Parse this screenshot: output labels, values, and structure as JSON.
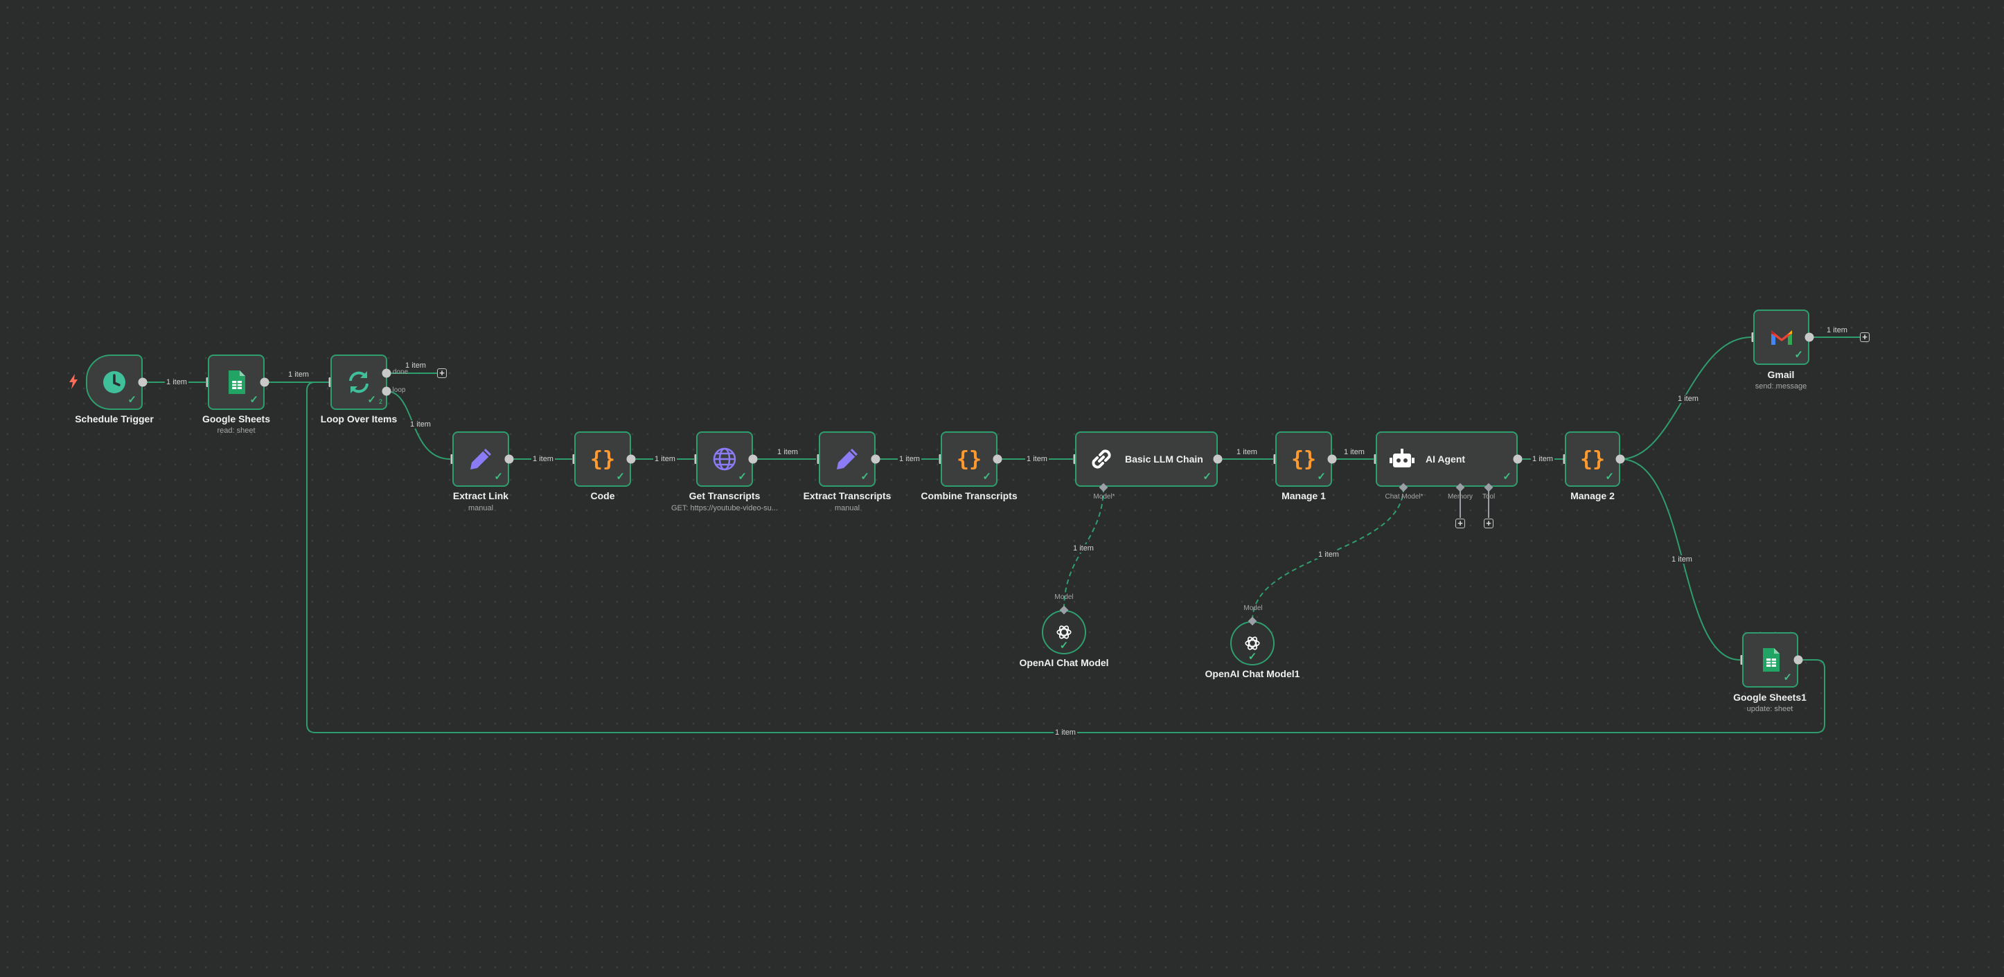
{
  "colors": {
    "canvas": "#2b2c2c",
    "edge": "#2f9e6f",
    "node_border": "#2f9e6f",
    "node_fill": "#3c3d3d",
    "success_check": "#3fbf84",
    "trigger_bolt": "#ff6d5a",
    "code_braces": "#ff9a2e",
    "edit_pencil": "#8b7cf6",
    "http_globe": "#8b7cf6",
    "schedule_clock": "#3fbf9a",
    "loop_arrows": "#3fbf9a",
    "sheets_green": "#21a464"
  },
  "nodes": {
    "schedule_trigger": {
      "label": "Schedule Trigger",
      "icon": "clock-icon"
    },
    "google_sheets": {
      "label": "Google Sheets",
      "subtitle": "read: sheet",
      "icon": "google-sheets-icon"
    },
    "loop_over_items": {
      "label": "Loop Over Items",
      "icon": "loop-arrows-icon",
      "port_done": "done",
      "port_loop": "loop",
      "run_count": "2"
    },
    "extract_link": {
      "label": "Extract Link",
      "subtitle": "manual",
      "icon": "pencil-icon"
    },
    "code": {
      "label": "Code",
      "icon": "code-braces-icon"
    },
    "get_transcripts": {
      "label": "Get Transcripts",
      "subtitle": "GET: https://youtube-video-su...",
      "icon": "globe-icon"
    },
    "extract_transcripts": {
      "label": "Extract Transcripts",
      "subtitle": "manual",
      "icon": "pencil-icon"
    },
    "combine_transcripts": {
      "label": "Combine Transcripts",
      "icon": "code-braces-icon"
    },
    "basic_llm_chain": {
      "label": "Basic LLM Chain",
      "icon": "chain-link-icon",
      "port_model": "Model*"
    },
    "manage_1": {
      "label": "Manage 1",
      "icon": "code-braces-icon"
    },
    "ai_agent": {
      "label": "AI Agent",
      "icon": "robot-icon",
      "port_chat_model": "Chat Model*",
      "port_memory": "Memory",
      "port_tool": "Tool"
    },
    "manage_2": {
      "label": "Manage 2",
      "icon": "code-braces-icon"
    },
    "gmail": {
      "label": "Gmail",
      "subtitle": "send: message",
      "icon": "gmail-icon"
    },
    "google_sheets1": {
      "label": "Google Sheets1",
      "subtitle": "update: sheet",
      "icon": "google-sheets-icon"
    },
    "openai_chat_model": {
      "label": "OpenAI Chat Model",
      "port_model": "Model",
      "icon": "openai-icon"
    },
    "openai_chat_model1": {
      "label": "OpenAI Chat Model1",
      "port_model": "Model",
      "icon": "openai-icon"
    }
  },
  "edges": {
    "trigger_to_sheets": "1 item",
    "sheets_to_loop": "1 item",
    "loop_done": "1 item",
    "loop_to_extract_link": "1 item",
    "extract_link_to_code": "1 item",
    "code_to_get_transcripts": "1 item",
    "get_to_extract_transcripts": "1 item",
    "extract_to_combine": "1 item",
    "combine_to_llm": "1 item",
    "llm_to_manage1": "1 item",
    "manage1_to_agent": "1 item",
    "agent_to_manage2": "1 item",
    "manage2_to_gmail": "1 item",
    "gmail_out": "1 item",
    "manage2_to_sheets1": "1 item",
    "sheets1_to_loop": "1 item",
    "openai_to_llm": "1 item",
    "openai1_to_agent": "1 item"
  }
}
